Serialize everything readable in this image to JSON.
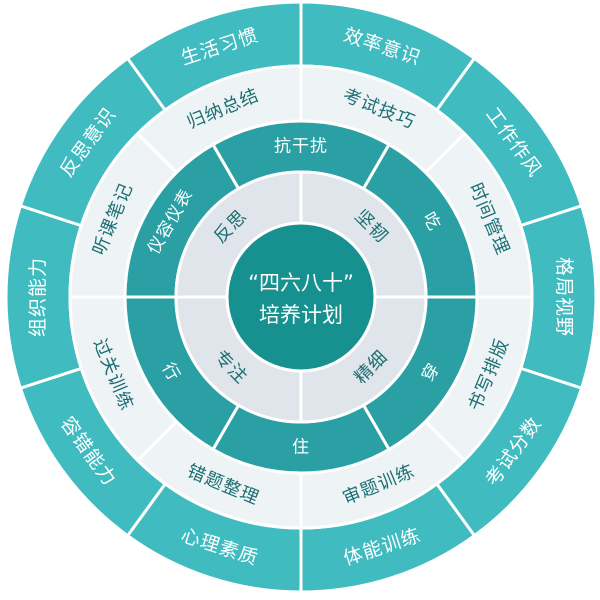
{
  "center": {
    "line1": "“四六八十”",
    "line2": "培养计划"
  },
  "rings": [
    {
      "name": "four-qualities",
      "items": [
        "坚韧",
        "精细",
        "专注",
        "反思"
      ]
    },
    {
      "name": "six-habits",
      "items": [
        "抗干扰",
        "吃",
        "穿",
        "住",
        "行",
        "仪容仪表"
      ]
    },
    {
      "name": "eight-skills",
      "items": [
        "考试技巧",
        "时间管理",
        "书写排版",
        "审题训练",
        "错题整理",
        "过关训练",
        "听课笔记",
        "归纳总结"
      ]
    },
    {
      "name": "ten-abilities",
      "items": [
        "效率意识",
        "工作作风",
        "格局视野",
        "考试分数",
        "体能训练",
        "心理素质",
        "容错能力",
        "组织能力",
        "反思意识",
        "生活习惯"
      ]
    }
  ],
  "colors": {
    "center": "#16918f",
    "ring1": "#dfe5ea",
    "ring2": "#2aa0a4",
    "ring3": "#eef3f6",
    "ring4": "#40bcc1",
    "dark_text": "#1c6f73",
    "light_text": "#ffffff"
  }
}
